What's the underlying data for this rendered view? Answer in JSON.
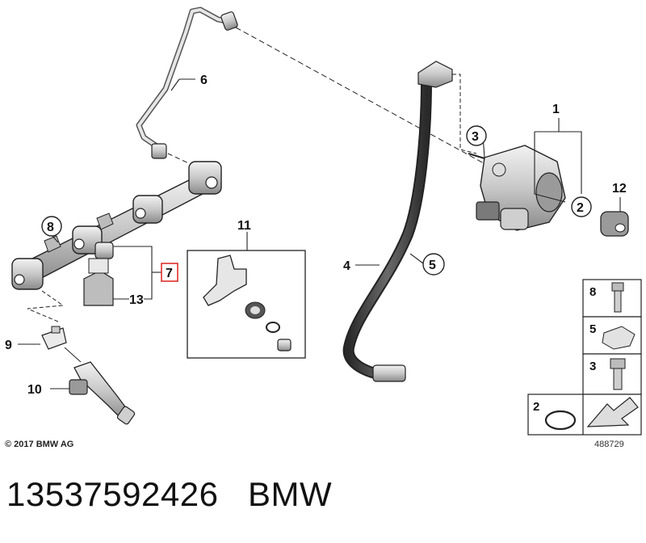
{
  "diagram": {
    "callouts": {
      "c1": "1",
      "c2": "2",
      "c3": "3",
      "c4": "4",
      "c5": "5",
      "c6": "6",
      "c7": "7",
      "c8": "8",
      "c9": "9",
      "c10": "10",
      "c11": "11",
      "c12": "12",
      "c13": "13"
    },
    "legend": {
      "k8": "8",
      "k5": "5",
      "k3": "3",
      "k2": "2"
    },
    "copyright": "© 2017 BMW AG",
    "image_number": "488729"
  },
  "footer": {
    "part_number": "13537592426",
    "brand": "BMW"
  },
  "colors": {
    "line": "#111111",
    "part_fill": "#d8d8d8",
    "part_dark": "#6e6e6e",
    "highlight_box": "#e0302a"
  }
}
